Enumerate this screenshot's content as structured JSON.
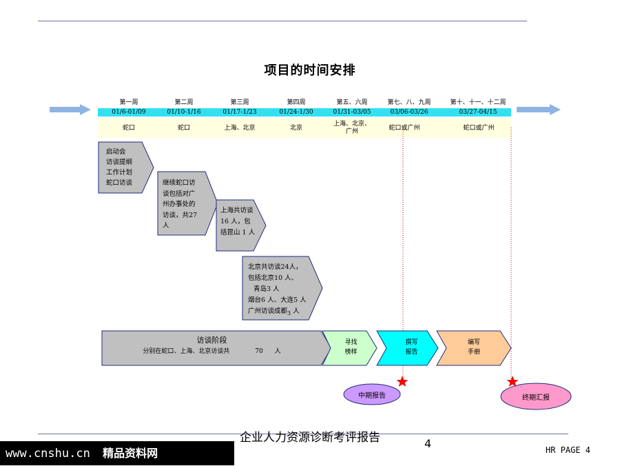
{
  "title": "项目的时间安排",
  "timeline": {
    "weeks": [
      {
        "label": "第一周",
        "dates": "01/6-01/09",
        "location": "蛇口"
      },
      {
        "label": "第二周",
        "dates": "01/10-1/16",
        "location": "蛇口"
      },
      {
        "label": "第三周",
        "dates": "01/17-1/23",
        "location": "上海、北京"
      },
      {
        "label": "第四周",
        "dates": "01/24-1/30",
        "location": "北京"
      },
      {
        "label": "第五、六周",
        "dates": "01/31-03/05",
        "location_line1": "上海、北京、",
        "location_line2": "广州"
      },
      {
        "label": "第七、八、九周",
        "dates": "03/06-03/26",
        "location": "蛇口或广州"
      },
      {
        "label": "第十、十一、十二周",
        "dates": "03/27-04/15",
        "location": "蛇口或广州"
      }
    ]
  },
  "steps": {
    "s1": [
      "启动会",
      "访谈提纲",
      "工作计划",
      "蛇口访谈"
    ],
    "s2": [
      "继续蛇口访",
      "谈包括对广",
      "州办事处的",
      "访谈，共27",
      "人"
    ],
    "s3": [
      "上海共访谈",
      "16 人，包",
      "括昆山 1 人"
    ],
    "s4": [
      "北京共访谈24人，",
      "包括北京10 人、",
      "青岛3 人",
      "烟台6 人、大连5 人",
      "广州访谈成都",
      "3",
      "人"
    ]
  },
  "phases": {
    "interview_title": "访谈阶段",
    "interview_sub": "分别在蛇口、上海、北京访谈共",
    "interview_count": "70",
    "interview_unit": "人",
    "p2_line1": "寻找",
    "p2_line2": "榜样",
    "p3_line1": "撰写",
    "p3_line2": "报告",
    "p4_line1": "编写",
    "p4_line2": "手册"
  },
  "milestones": {
    "mid": "中期报告",
    "final": "终期汇报"
  },
  "footer": {
    "site": "www.cnshu.cn",
    "site_tag": "精品资料网",
    "doc_title": "企业人力资源诊断考评报告",
    "page_num": "4",
    "hr_page": "HR PAGE 4"
  },
  "colors": {
    "week_header": "#ffffff",
    "date_row": "#33e0f0",
    "location_row": "#ffffe0",
    "step_fill": "#c0c0c0",
    "step_border": "#1f2a7a",
    "phase2": "#ccffcc",
    "phase3": "#00ffff",
    "phase4": "#ffcc99",
    "mid_ellipse": "#cc99ff",
    "final_ellipse": "#ff99cc",
    "star": "#ff0000",
    "arrow": "#8eb4e3"
  }
}
